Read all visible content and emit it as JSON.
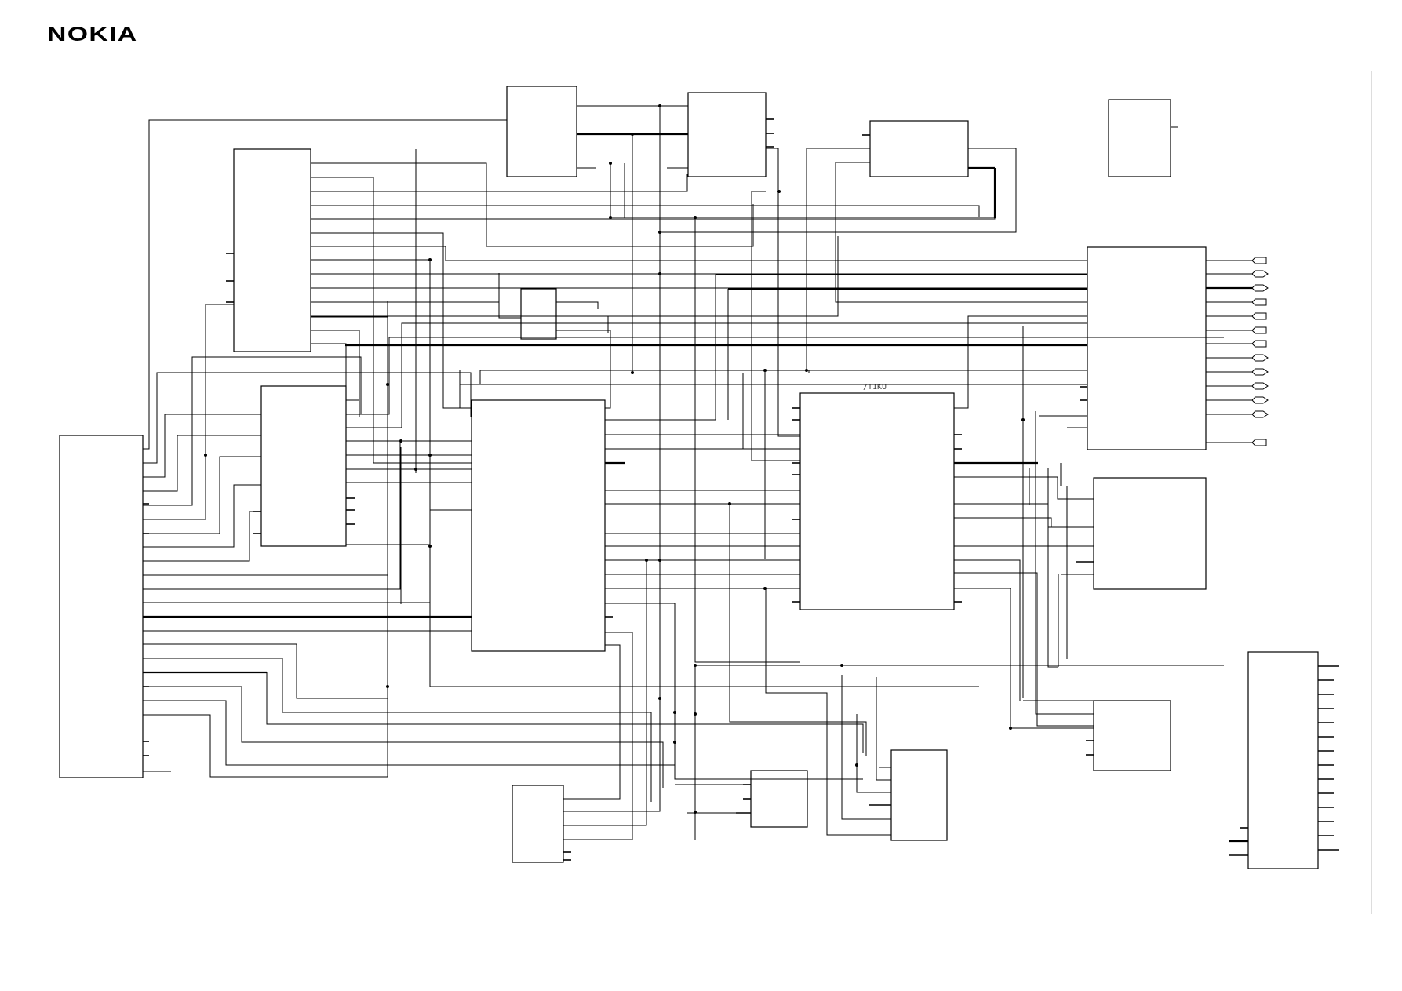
{
  "brand": {
    "logo_text": "NOKIA"
  },
  "diagram": {
    "blocks": [
      {
        "id": "connector-block"
      },
      {
        "id": "upper-left-ic"
      },
      {
        "id": "middle-left-ic"
      },
      {
        "id": "central-ic"
      },
      {
        "id": "top-ic-a"
      },
      {
        "id": "top-ic-b"
      },
      {
        "id": "top-ic-c"
      },
      {
        "id": "top-right-ic"
      },
      {
        "id": "small-ic"
      },
      {
        "id": "main-asic",
        "label": "/T1KU"
      },
      {
        "id": "right-driver-ic"
      },
      {
        "id": "right-mid-ic"
      },
      {
        "id": "right-small-ic"
      },
      {
        "id": "bottom-mid-ic"
      },
      {
        "id": "bottom-left-ic"
      },
      {
        "id": "bottom-center-ic"
      },
      {
        "id": "far-right-connector"
      }
    ]
  }
}
